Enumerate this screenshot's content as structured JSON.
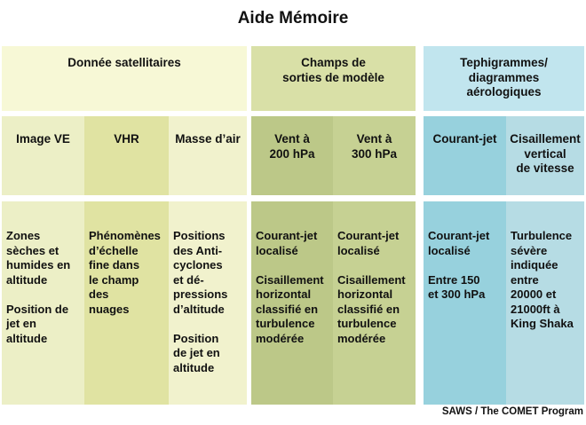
{
  "title": "Aide Mémoire",
  "credit": "SAWS / The COMET Program",
  "colors": {
    "background": "#ffffff",
    "text": "#111111",
    "group1_header": "#f7f8d6",
    "group2_header": "#d9e0a7",
    "group3_header": "#c1e5ee",
    "col_image_ve": "#ecefc6",
    "col_vhr": "#e0e3a2",
    "col_masse_dair": "#f1f2cd",
    "col_vent_200": "#bcc888",
    "col_vent_300": "#c6d193",
    "col_courant_jet": "#97d1dd",
    "col_cisaillement": "#b6dce4"
  },
  "table": {
    "groups": [
      {
        "label": "Donnée satellitaires"
      },
      {
        "label": "Champs de\nsorties de modèle"
      },
      {
        "label": "Tephigrammes/\ndiagrammes\naérologiques"
      }
    ],
    "columns": [
      {
        "header": "Image VE",
        "body": "Zones\nsèches et\nhumides en\naltitude\n\nPosition de\njet en\naltitude"
      },
      {
        "header": "VHR",
        "body": "Phénomènes\nd’échelle\nfine dans\nle champ\ndes\nnuages"
      },
      {
        "header": "Masse d’air",
        "body": "Positions\ndes Anti-\ncyclones\net dé-\npressions\nd’altitude\n\nPosition\nde jet en\naltitude"
      },
      {
        "header": "Vent à\n200 hPa",
        "body": "Courant-jet\nlocalisé\n\nCisaillement\nhorizontal\nclassifié en\nturbulence\nmodérée"
      },
      {
        "header": "Vent à\n300 hPa",
        "body": "Courant-jet\nlocalisé\n\nCisaillement\nhorizontal\nclassifié en\nturbulence\nmodérée"
      },
      {
        "header": "Courant-jet",
        "body": "Courant-jet\nlocalisé\n\nEntre 150\net 300 hPa"
      },
      {
        "header": "Cisaillement\nvertical\nde vitesse",
        "body": "Turbulence\nsévère\nindiquée\nentre\n20000 et\n21000ft à\nKing Shaka"
      }
    ]
  }
}
